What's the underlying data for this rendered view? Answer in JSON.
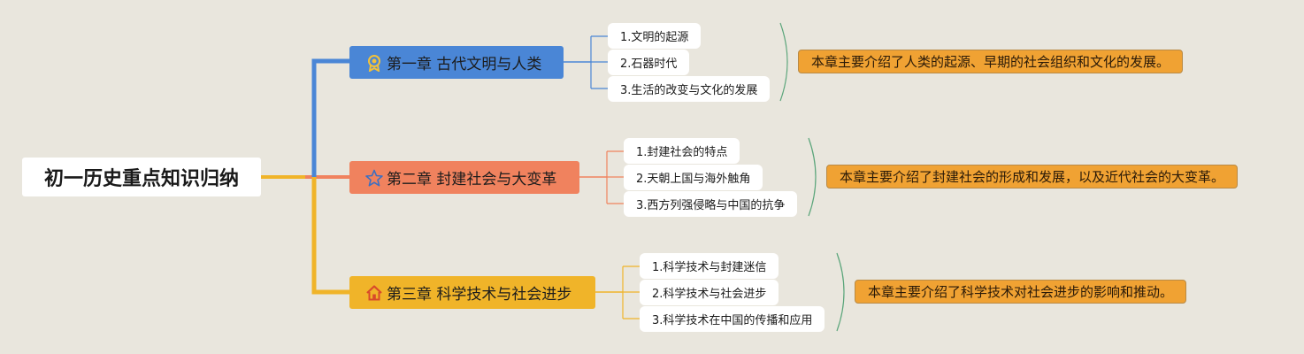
{
  "root": {
    "title": "初一历史重点知识归纳"
  },
  "branches": [
    {
      "title": "第一章 古代文明与人类",
      "icon": "medal-icon",
      "color": "#4a86d6",
      "items": [
        "1.文明的起源",
        "2.石器时代",
        "3.生活的改变与文化的发展"
      ],
      "summary": "本章主要介绍了人类的起源、早期的社会组织和文化的发展。"
    },
    {
      "title": "第二章 封建社会与大变革",
      "icon": "star-icon",
      "color": "#f0825e",
      "items": [
        "1.封建社会的特点",
        "2.天朝上国与海外触角",
        "3.西方列强侵略与中国的抗争"
      ],
      "summary": "本章主要介绍了封建社会的形成和发展，以及近代社会的大变革。"
    },
    {
      "title": "第三章 科学技术与社会进步",
      "icon": "home-icon",
      "color": "#f0b429",
      "items": [
        "1.科学技术与封建迷信",
        "2.科学技术与社会进步",
        "3.科学技术在中国的传播和应用"
      ],
      "summary": "本章主要介绍了科学技术对社会进步的影响和推动。"
    }
  ],
  "colors": {
    "background": "#e9e6dd",
    "summary_fill": "#f0a233",
    "brace": "#5aa57a"
  }
}
